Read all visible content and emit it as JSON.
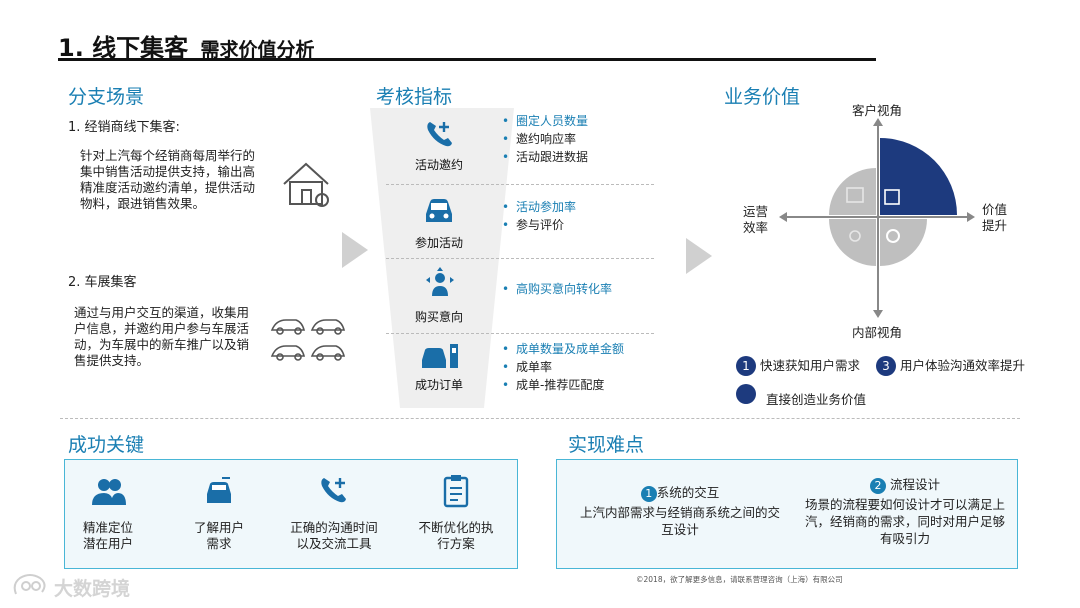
{
  "header": {
    "title_main": "1. 线下集客",
    "title_sub": "需求价值分析"
  },
  "branch": {
    "title": "分支场景",
    "item1": {
      "heading": "1. 经销商线下集客:",
      "body": "针对上汽每个经销商每周举行的集中销售活动提供支持，输出高精准度活动邀约清单，提供活动物料，跟进销售效果。"
    },
    "item2": {
      "heading": "2. 车展集客",
      "body": "通过与用户交互的渠道，收集用户信息，并邀约用户参与车展活动，为车展中的新车推广以及销售提供支持。"
    }
  },
  "kpi": {
    "title": "考核指标",
    "stages": [
      {
        "label": "活动邀约",
        "icon": "phone-plus-icon",
        "bullets": [
          {
            "t": "圈定人员数量",
            "hl": true
          },
          {
            "t": "邀约响应率",
            "hl": false
          },
          {
            "t": "活动跟进数据",
            "hl": false
          }
        ]
      },
      {
        "label": "参加活动",
        "icon": "car-icon",
        "bullets": [
          {
            "t": "活动参加率",
            "hl": true
          },
          {
            "t": "参与评价",
            "hl": false
          }
        ]
      },
      {
        "label": "购买意向",
        "icon": "person-arrows-icon",
        "bullets": [
          {
            "t": "高购买意向转化率",
            "hl": true
          }
        ]
      },
      {
        "label": "成功订单",
        "icon": "car-station-icon",
        "bullets": [
          {
            "t": "成单数量及成单金额",
            "hl": true
          },
          {
            "t": "成单率",
            "hl": false
          },
          {
            "t": "成单-推荐匹配度",
            "hl": false
          }
        ]
      }
    ]
  },
  "value": {
    "title": "业务价值",
    "axis_top": "客户视角",
    "axis_bottom": "内部视角",
    "axis_left": "运营效率",
    "axis_right": "价值提升",
    "points": [
      {
        "num": "1",
        "text": "快速获知用户需求"
      },
      {
        "num": "3",
        "text": "用户体验沟通效率提升"
      },
      {
        "num": "",
        "text": "直接创造业务价值"
      }
    ]
  },
  "keys": {
    "title": "成功关键",
    "items": [
      {
        "label": "精准定位潜在用户",
        "icon": "users-icon"
      },
      {
        "label": "了解用户需求",
        "icon": "car-dashboard-icon"
      },
      {
        "label": "正确的沟通时间以及交流工具",
        "icon": "phone-plus-icon"
      },
      {
        "label": "不断优化的执行方案",
        "icon": "clipboard-icon"
      }
    ]
  },
  "difficulty": {
    "title": "实现难点",
    "items": [
      {
        "num": "1",
        "heading": "系统的交互",
        "body": "上汽内部需求与经销商系统之间的交互设计"
      },
      {
        "num": "2",
        "heading": "流程设计",
        "body": "场景的流程要如何设计才可以满足上汽，经销商的需求，同时对用户足够有吸引力"
      }
    ]
  },
  "footer": {
    "copyright": "©2018，欲了解更多信息，请联系营理咨询（上海）有限公司",
    "watermark": "大数跨境"
  },
  "colors": {
    "accent": "#1a7fb3",
    "navy": "#1d3a7e",
    "gray": "#bfbfbf"
  }
}
